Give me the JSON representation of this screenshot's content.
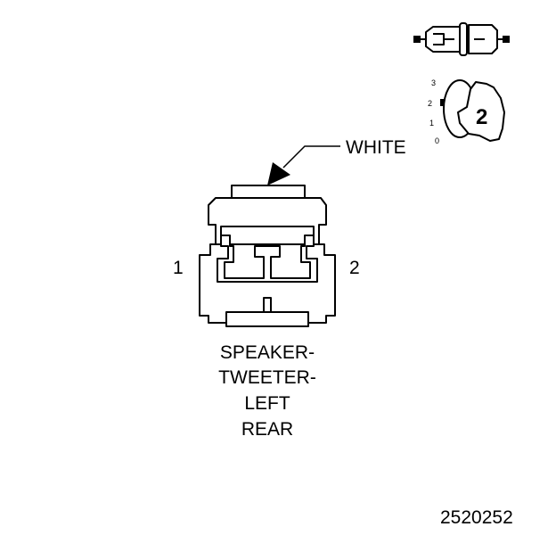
{
  "connector": {
    "color_label": "WHITE",
    "pins": [
      "1",
      "2"
    ],
    "name_lines": [
      "SPEAKER-",
      "TWEETER-",
      "LEFT",
      "REAR"
    ]
  },
  "key_indicator": {
    "positions": [
      "3",
      "2",
      "1",
      "0"
    ],
    "selected": "2"
  },
  "figure_number": "2520252"
}
